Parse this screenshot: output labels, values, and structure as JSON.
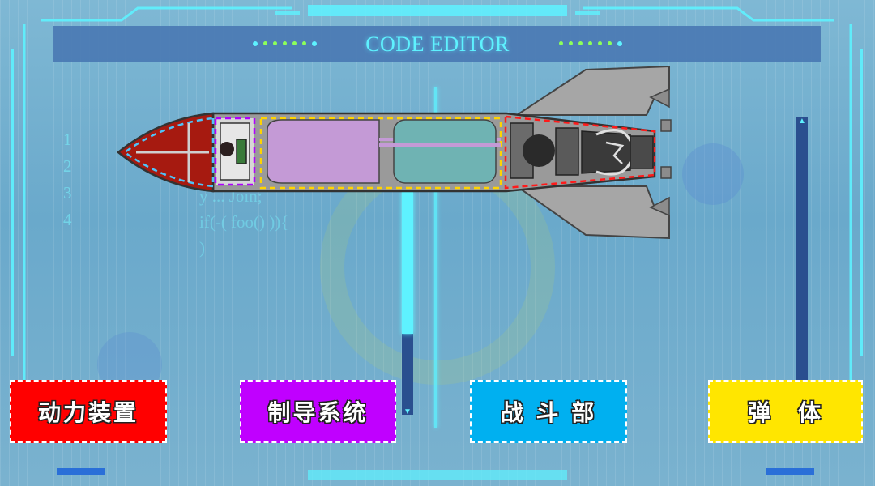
{
  "header": {
    "title": "CODE EDITOR"
  },
  "editor": {
    "line_numbers": [
      "1",
      "2",
      "3",
      "4"
    ],
    "code_lines": [
      "y ... Join;",
      "if(-( foo() )){",
      ")"
    ]
  },
  "buttons": [
    {
      "label": "动力装置",
      "color": "#ff0000"
    },
    {
      "label": "制导系统",
      "color": "#c000ff"
    },
    {
      "label": "战 斗 部",
      "color": "#00b0f0"
    },
    {
      "label": "弹　体",
      "color": "#ffe600"
    }
  ],
  "colors": {
    "accent": "#5ef2ff",
    "dot_green": "#8cff5a",
    "title_bar": "#4a79b3",
    "scroll_track": "#2a4f8f"
  },
  "icons": {
    "scroll_up": "up-arrow-icon",
    "scroll_down": "down-arrow-icon"
  }
}
